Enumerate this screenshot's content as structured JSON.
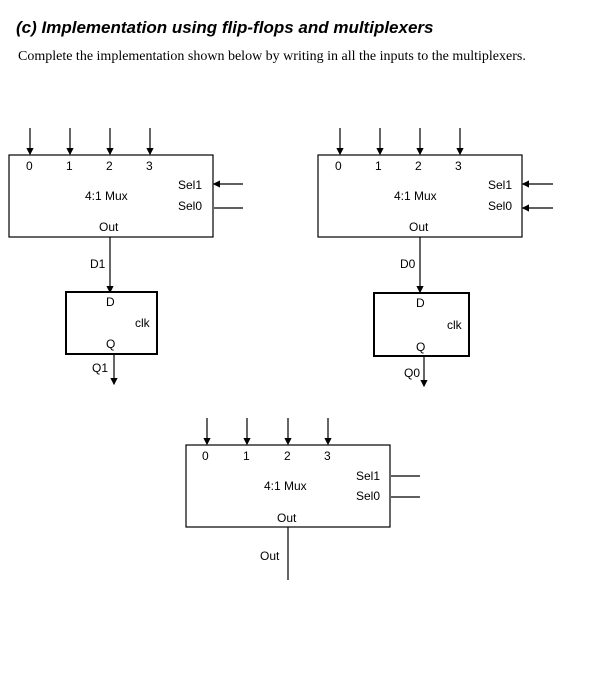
{
  "section": {
    "heading": "(c)  Implementation using flip-flops and multiplexers",
    "instructions": "Complete the implementation shown below by writing in all the inputs to the multiplexers."
  },
  "mux_labels": {
    "inputs": [
      "0",
      "1",
      "2",
      "3"
    ],
    "name": "4:1 Mux",
    "sel1": "Sel1",
    "sel0": "Sel0",
    "out": "Out"
  },
  "left_path": {
    "d": "D1",
    "ff_d": "D",
    "ff_q": "Q",
    "ff_clk": "clk",
    "q": "Q1"
  },
  "right_path": {
    "d": "D0",
    "ff_d": "D",
    "ff_q": "Q",
    "ff_clk": "clk",
    "q": "Q0"
  },
  "bottom_path": {
    "out": "Out"
  }
}
